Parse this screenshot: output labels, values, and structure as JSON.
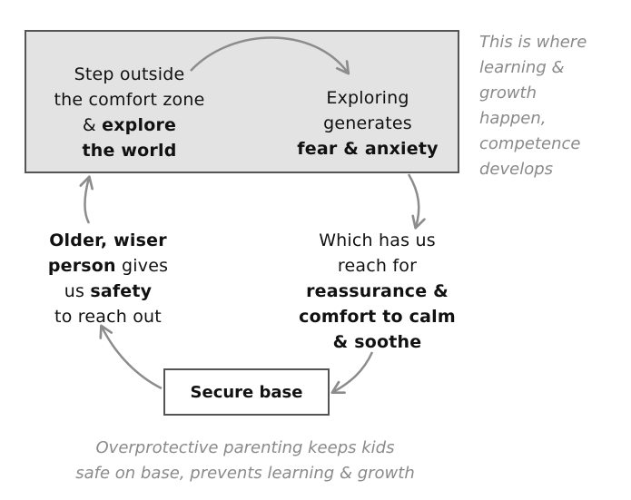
{
  "comfort_zone": {
    "step_lines": [
      [
        {
          "t": "Step outside",
          "b": false
        }
      ],
      [
        {
          "t": "the comfort zone",
          "b": false
        }
      ],
      [
        {
          "t": "& ",
          "b": false
        },
        {
          "t": "explore",
          "b": true
        }
      ],
      [
        {
          "t": "the world",
          "b": true
        }
      ]
    ],
    "explore_lines": [
      [
        {
          "t": "Exploring",
          "b": false
        }
      ],
      [
        {
          "t": "generates",
          "b": false
        }
      ],
      [
        {
          "t": "fear & anxiety",
          "b": true
        }
      ]
    ]
  },
  "which_lines": [
    [
      {
        "t": "Which has us",
        "b": false
      }
    ],
    [
      {
        "t": "reach for",
        "b": false
      }
    ],
    [
      {
        "t": "reassurance &",
        "b": true
      }
    ],
    [
      {
        "t": "comfort to calm",
        "b": true
      }
    ],
    [
      {
        "t": "& soothe",
        "b": true
      }
    ]
  ],
  "older_lines": [
    [
      {
        "t": "Older, wiser",
        "b": true
      }
    ],
    [
      {
        "t": "person",
        "b": true
      },
      {
        "t": " gives",
        "b": false
      }
    ],
    [
      {
        "t": "us ",
        "b": false
      },
      {
        "t": "safety",
        "b": true
      }
    ],
    [
      {
        "t": "to reach out",
        "b": false
      }
    ]
  ],
  "secure_base": {
    "label": "Secure base"
  },
  "side_note_lines": [
    "This is where",
    "learning &",
    "growth",
    "happen,",
    "competence",
    "develops"
  ],
  "footnote_lines": [
    "Overprotective parenting keeps kids",
    "safe on base, prevents learning & growth"
  ],
  "colors": {
    "box_fill": "#e3e3e3",
    "line": "#555555",
    "arrow": "#8c8c8c",
    "note_text": "#8a8a8a"
  }
}
